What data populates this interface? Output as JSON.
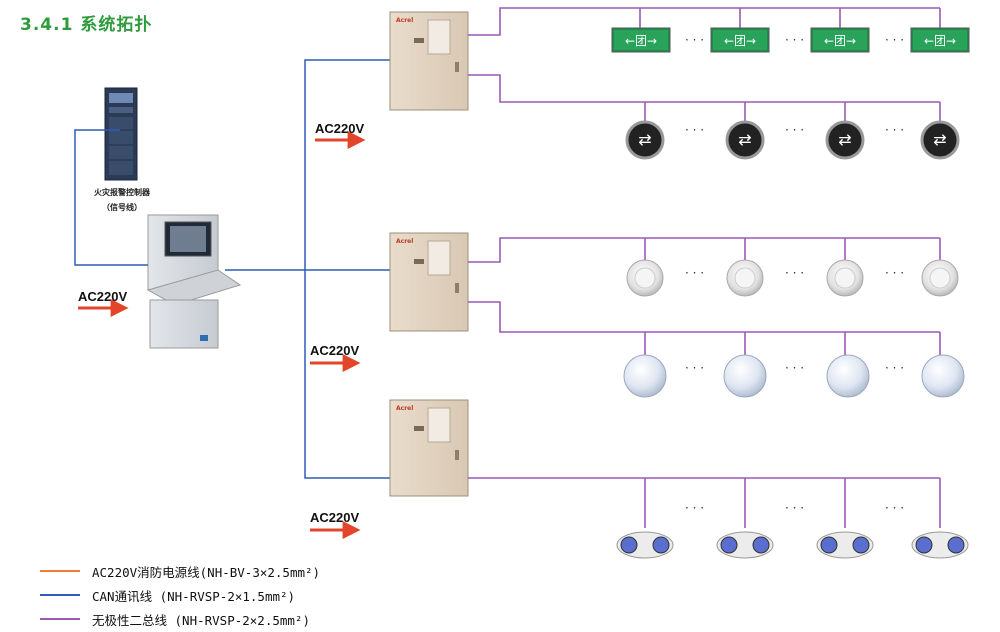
{
  "title": "3.4.1 系统拓扑",
  "controller_label_line1": "火灾报警控制器",
  "controller_label_line2": "（信号线）",
  "ac_labels": [
    "AC220V",
    "AC220V",
    "AC220V",
    "AC220V"
  ],
  "cabinet_brand": "Acrel",
  "ellipsis": "· · ·",
  "legend": [
    {
      "text": "AC220V消防电源线(NH-BV-3×2.5mm²)",
      "color": "#f07c3a"
    },
    {
      "text": "CAN通讯线 (NH-RVSP-2×1.5mm²)",
      "color": "#2f5bb7"
    },
    {
      "text": "无极性二总线 (NH-RVSP-2×2.5mm²)",
      "color": "#9b59b6"
    }
  ],
  "colors": {
    "power": "#f07c3a",
    "can": "#2f5bb7",
    "bus": "#9b59b6",
    "title": "#2e9b3c"
  },
  "icons": [
    "exit-sign-icon",
    "direction-indicator-icon",
    "downlight-icon",
    "globe-lamp-icon",
    "emergency-light-icon"
  ]
}
